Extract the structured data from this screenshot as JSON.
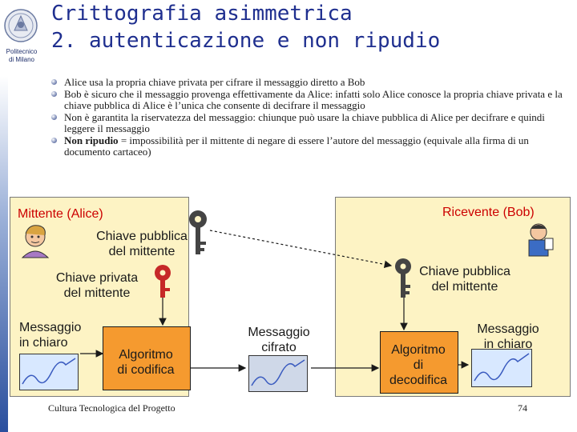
{
  "logo": {
    "line1": "Politecnico",
    "line2": "di Milano"
  },
  "title": {
    "line1": "Crittografia asimmetrica",
    "line2": "2. autenticazione e non ripudio"
  },
  "bullets": [
    {
      "bold": "",
      "text": "Alice usa la propria chiave privata per cifrare il messaggio diretto a Bob"
    },
    {
      "bold": "",
      "text": "Bob è sicuro che il messaggio provenga effettivamente da Alice: infatti solo Alice conosce la propria chiave privata e la chiave pubblica di Alice è l’unica che consente di decifrare il messaggio"
    },
    {
      "bold": "",
      "text": "Non è garantita la riservatezza del messaggio: chiunque può usare la chiave pubblica di Alice per decifrare e quindi leggere il messaggio"
    },
    {
      "bold": "Non ripudio",
      "text": " = impossibilità per il mittente di negare di essere l’autore del messaggio (equivale alla firma di un documento cartaceo)"
    }
  ],
  "diagram": {
    "sender": "Mittente (Alice)",
    "receiver": "Ricevente (Bob)",
    "public_key_sender_1": "Chiave pubblica",
    "public_key_sender_2": "del mittente",
    "private_key_1": "Chiave privata",
    "private_key_2": "del mittente",
    "public_key_receiver_1": "Chiave pubblica",
    "public_key_receiver_2": "del mittente",
    "plain_msg_left_1": "Messaggio",
    "plain_msg_left_2": "in chiaro",
    "encode_1": "Algoritmo",
    "encode_2": "di codifica",
    "cipher_1": "Messaggio",
    "cipher_2": "cifrato",
    "decode_1": "Algoritmo",
    "decode_2": "di",
    "decode_3": "decodifica",
    "plain_msg_right_1": "Messaggio",
    "plain_msg_right_2": "in chiaro"
  },
  "colors": {
    "title": "#1f2f8f",
    "red_text": "#cc0000",
    "algo_fill": "#f59a2f",
    "panel_fill": "#fdf3c4",
    "key_fill": "#444444"
  },
  "icons": [
    "university-seal-icon",
    "key-icon",
    "sender-cartoon-icon",
    "receiver-cartoon-icon",
    "line-chart-icon"
  ],
  "footer": {
    "course": "Cultura Tecnologica del Progetto",
    "page_number": "74"
  }
}
